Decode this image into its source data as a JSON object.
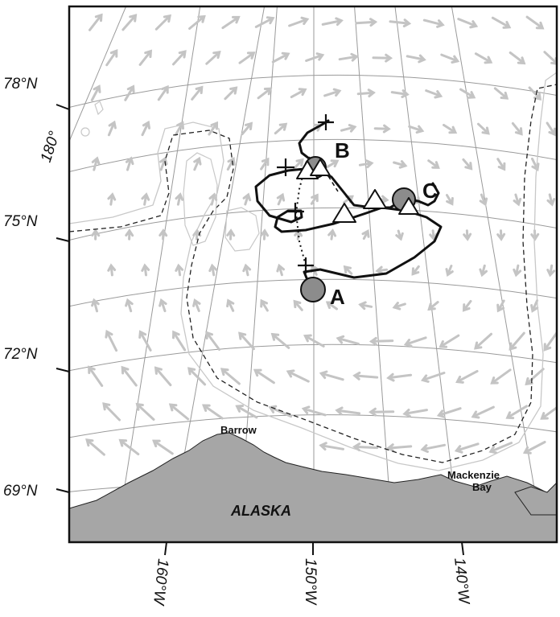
{
  "map": {
    "latitude_labels": [
      "78°N",
      "75°N",
      "72°N",
      "69°N"
    ],
    "longitude_labels": [
      "180°",
      "160°W",
      "150°W",
      "140°W"
    ],
    "place_labels": {
      "barrow": "Barrow",
      "mackenzie_line1": "Mackenzie",
      "mackenzie_line2": "Bay",
      "alaska": "ALASKA"
    },
    "station_labels": [
      "A",
      "B",
      "C"
    ],
    "colors": {
      "land": "#a6a6a6",
      "wind_arrow": "#c4c4c4",
      "track": "#111111",
      "grid": "#9a9a9a",
      "station_marker": "#8c8c8c"
    }
  }
}
